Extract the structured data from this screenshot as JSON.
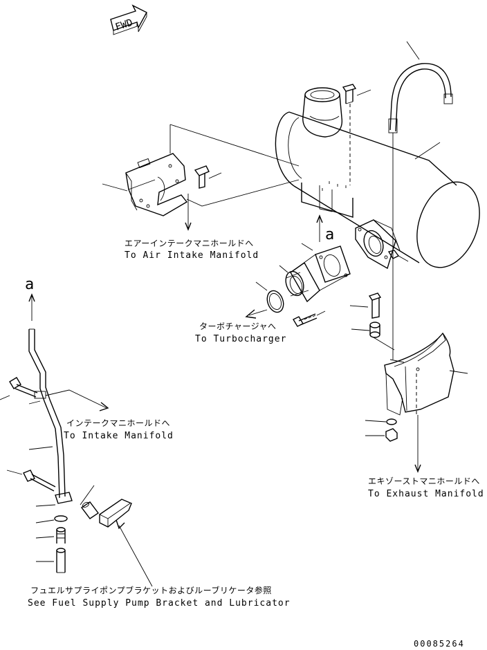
{
  "fwd_marker": {
    "label": "FWD"
  },
  "view_marker": {
    "letter": "a"
  },
  "labels": {
    "air_intake_jp": "エアーインテークマニホールドへ",
    "air_intake_en": "To Air Intake Manifold",
    "turbo_jp": "ターボチャージャへ",
    "turbo_en": "To Turbocharger",
    "intake_jp": "インテークマニホールドへ",
    "intake_en": "To Intake Manifold",
    "exhaust_jp": "エキゾーストマニホールドへ",
    "exhaust_en": "To Exhaust Manifold",
    "pump_jp": "フュエルサプライポンプブラケットおよびルーブリケータ参照",
    "pump_en": "See Fuel Supply Pump Bracket and Lubricator"
  },
  "drawing_number": "00085264"
}
